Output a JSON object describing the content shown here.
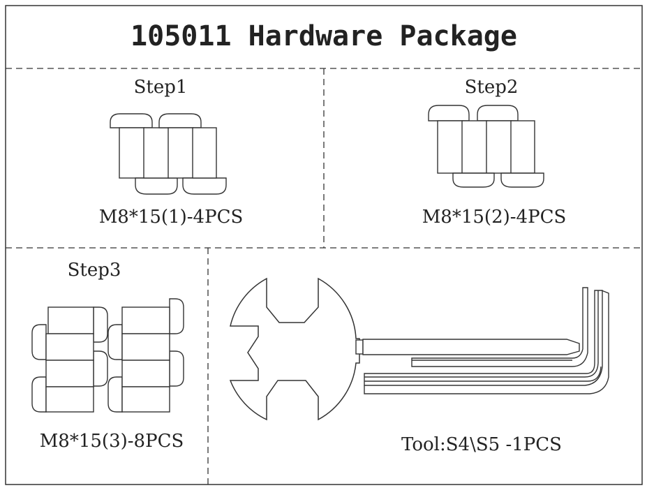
{
  "title": "105011 Hardware Package",
  "panels": {
    "step1": {
      "heading": "Step1",
      "caption": "M8*15(1)-4PCS"
    },
    "step2": {
      "heading": "Step2",
      "caption": "M8*15(2)-4PCS"
    },
    "step3": {
      "heading": "Step3",
      "caption": "M8*15(3)-8PCS"
    },
    "tool": {
      "caption": "Tool:S4\\S5 -1PCS"
    }
  },
  "colors": {
    "line": "#333333",
    "background": "#ffffff"
  }
}
